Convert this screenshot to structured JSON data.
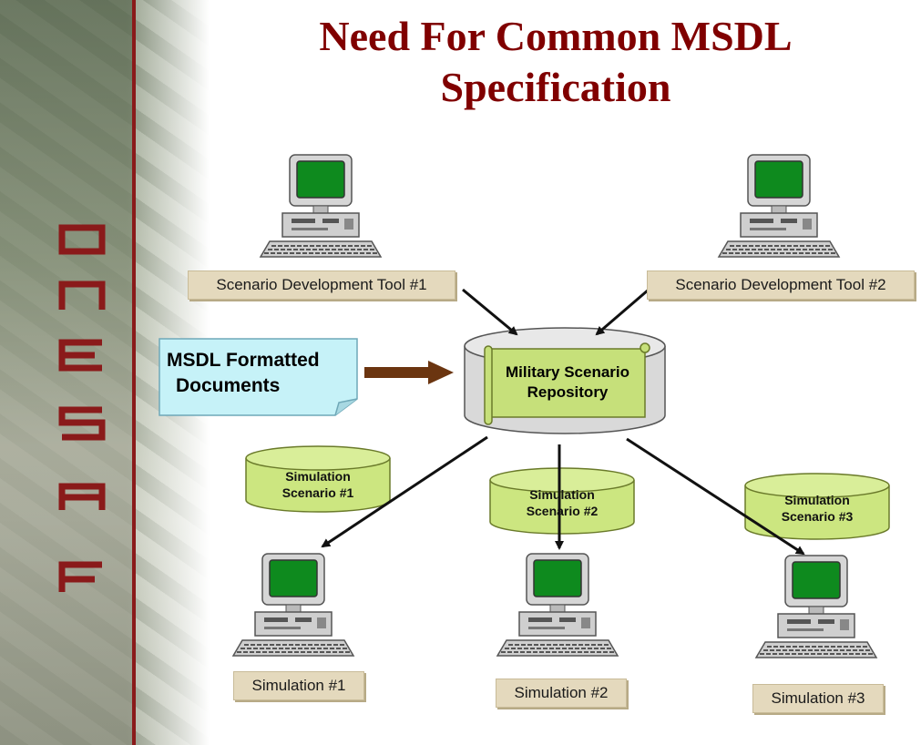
{
  "slide": {
    "title_line1": "Need For Common MSDL",
    "title_line2": "Specification",
    "side_letters": "ONESAF"
  },
  "tools": [
    {
      "label": "Scenario Development Tool #1"
    },
    {
      "label": "Scenario Development Tool #2"
    }
  ],
  "note": {
    "line1": "MSDL Formatted",
    "line2": "Documents"
  },
  "repository": {
    "line1": "Military Scenario",
    "line2": "Repository"
  },
  "scenarios": [
    {
      "line1": "Simulation",
      "line2": "Scenario #1"
    },
    {
      "line1": "Simulation",
      "line2": "Scenario #2"
    },
    {
      "line1": "Simulation",
      "line2": "Scenario #3"
    }
  ],
  "simulations": [
    {
      "label": "Simulation #1"
    },
    {
      "label": "Simulation #2"
    },
    {
      "label": "Simulation #3"
    }
  ],
  "colors": {
    "title": "#800000",
    "label_box": "#e4d9bd",
    "cylinder_green": "#cce680",
    "note_fill": "#c6f2f8",
    "arrow_brown": "#6b3510",
    "screen_green": "#0e8a1e"
  }
}
